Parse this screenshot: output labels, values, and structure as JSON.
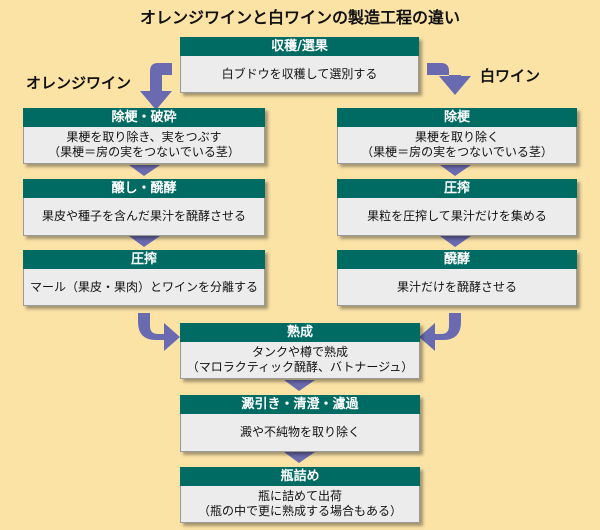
{
  "title": "オレンジワインと白ワインの製造工程の違い",
  "labels": {
    "orange": "オレンジワイン",
    "white": "白ワイン"
  },
  "colors": {
    "background": "#fbe3a6",
    "header": "#006b62",
    "body": "#ececec",
    "arrow": "#6a6ab0"
  },
  "steps": {
    "harvest": {
      "head": "収穫/選果",
      "lines": [
        "白ブドウを収穫して選別する"
      ]
    },
    "orange_destem": {
      "head": "除梗・破砕",
      "lines": [
        "果梗を取り除き、実をつぶす",
        "（果梗＝房の実をつないでいる茎）"
      ]
    },
    "orange_ferment": {
      "head": "醸し・醗酵",
      "lines": [
        "果皮や種子を含んだ果汁を醗酵させる"
      ]
    },
    "orange_press": {
      "head": "圧搾",
      "lines": [
        "マール（果皮・果肉）とワインを分離する"
      ]
    },
    "white_destem": {
      "head": "除梗",
      "lines": [
        "果梗を取り除く",
        "（果梗＝房の実をつないでいる茎）"
      ]
    },
    "white_press": {
      "head": "圧搾",
      "lines": [
        "果粒を圧搾して果汁だけを集める"
      ]
    },
    "white_ferment": {
      "head": "醗酵",
      "lines": [
        "果汁だけを醗酵させる"
      ]
    },
    "aging": {
      "head": "熟成",
      "lines": [
        "タンクや樽で熟成",
        "（マロラクティック醗酵、バトナージュ）"
      ]
    },
    "clarify": {
      "head": "澱引き・清澄・濾過",
      "lines": [
        "澱や不純物を取り除く"
      ]
    },
    "bottling": {
      "head": "瓶詰め",
      "lines": [
        "瓶に詰めて出荷",
        "（瓶の中で更に熟成する場合もある）"
      ]
    }
  }
}
